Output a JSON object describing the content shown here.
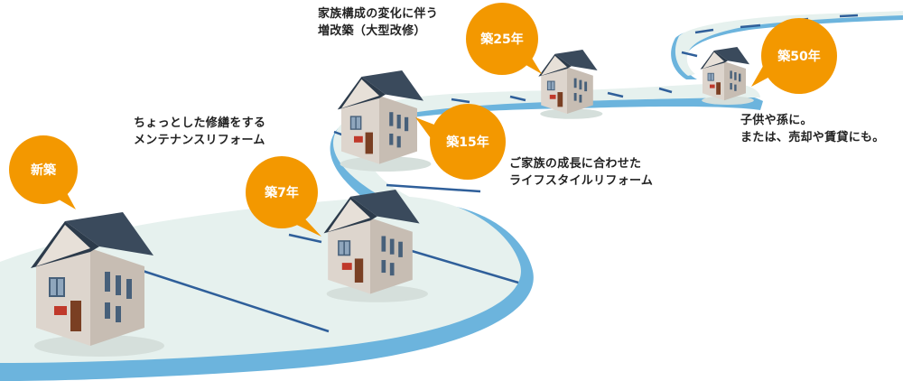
{
  "stages": [
    {
      "label": "新築"
    },
    {
      "label": "築7年"
    },
    {
      "label": "築15年"
    },
    {
      "label": "築25年"
    },
    {
      "label": "築50年"
    }
  ],
  "captions": {
    "maintenance": [
      "ちょっとした修繕をする",
      "メンテナンスリフォーム"
    ],
    "lifestyle": [
      "ご家族の成長に合わせた",
      "ライフスタイルリフォーム"
    ],
    "extension": [
      "家族構成の変化に伴う",
      "増改築（大型改修）"
    ],
    "inherit": [
      "子供や孫に。",
      "または、売却や賃貸にも。"
    ]
  },
  "colors": {
    "bubble": "#f39800",
    "road_top": "#e6f1ee",
    "road_side": "#6cb4dd",
    "dash": "#2f5f9a",
    "roof": "#2c3b4b",
    "wall": "#ddd5cd",
    "wall_shade": "#c7bdb3",
    "window": "#47607a",
    "door": "#7a3f23",
    "mailbox": "#c0392b"
  }
}
